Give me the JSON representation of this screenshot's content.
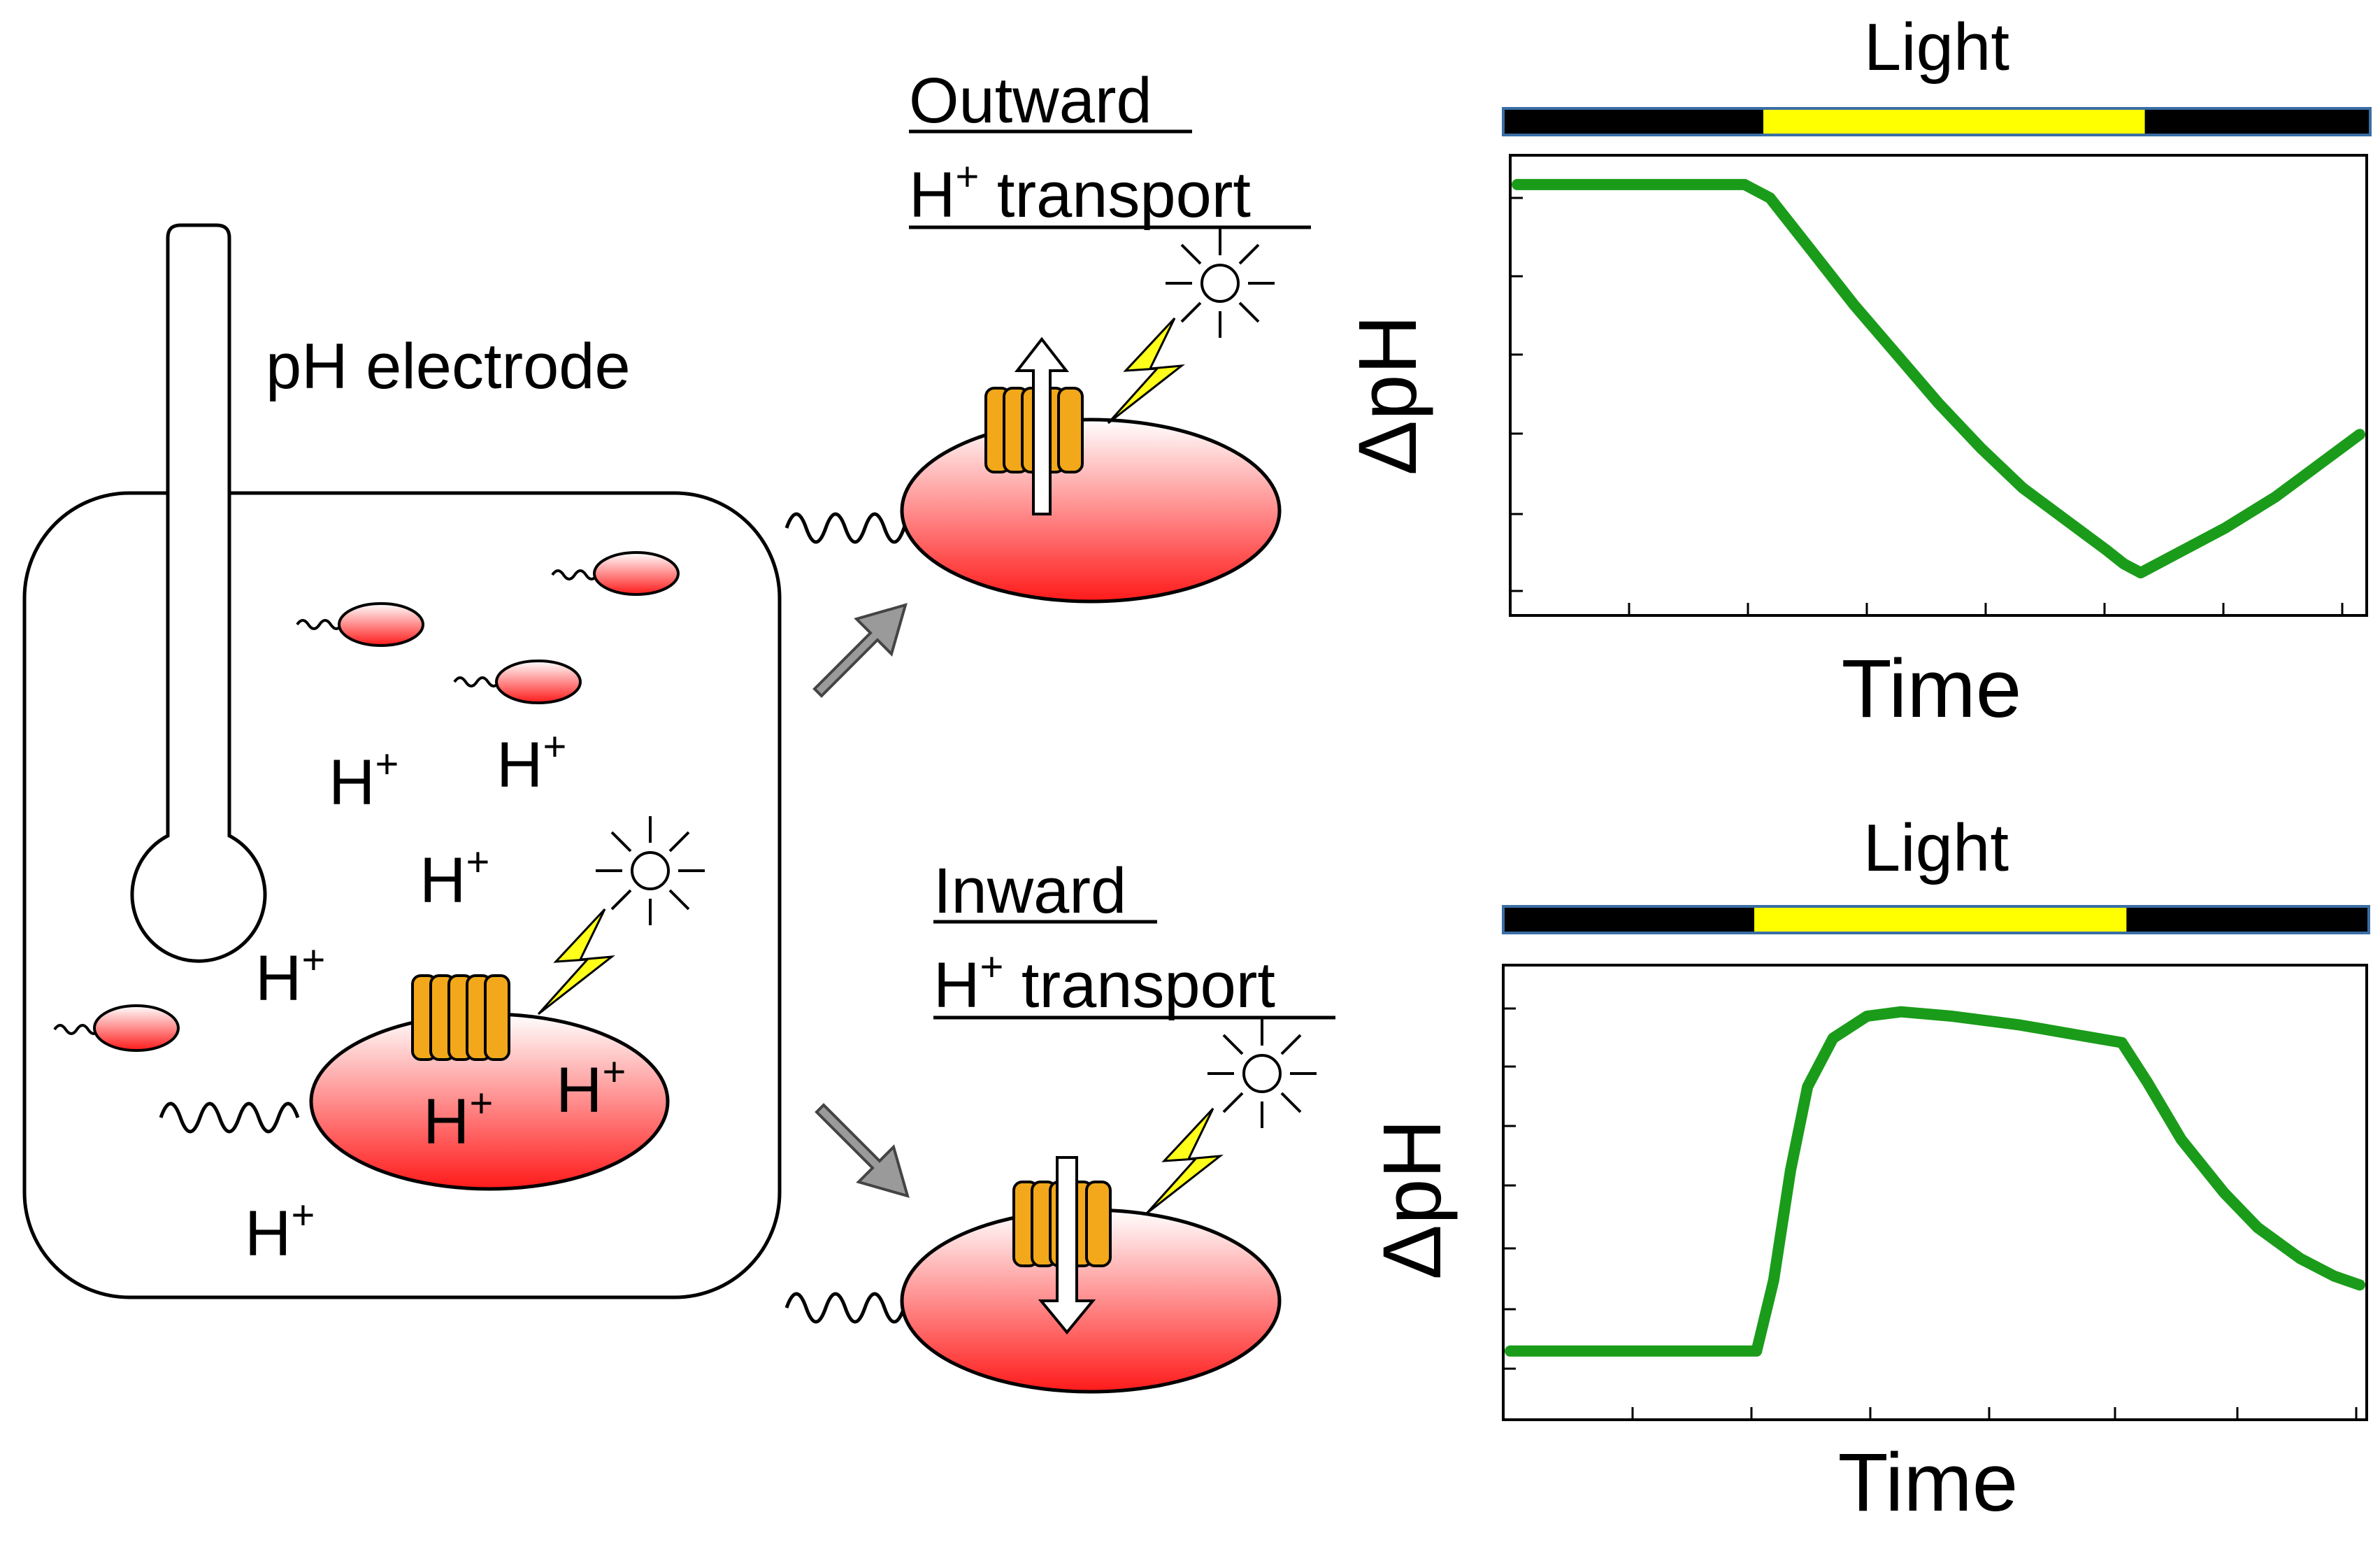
{
  "electrode_label": "pH electrode",
  "proton_label": "H",
  "proton_sup": "+",
  "outward": {
    "line1": "Outward",
    "line2_main": "H",
    "line2_sup": "+",
    "line2_rest": " transport"
  },
  "inward": {
    "line1": "Inward",
    "line2_main": "H",
    "line2_sup": "+",
    "line2_rest": " transport"
  },
  "colors": {
    "cell_light": "#ffffff",
    "cell_dark": "#ff1a1a",
    "channel": "#f2a81a",
    "light_on": "#ffff00",
    "light_off": "#000000",
    "trace": "#1a9c1a",
    "bolt": "#ffff1a",
    "arrow_gray": "#9a9a9a"
  },
  "icons": [
    "sun-icon",
    "lightning-bolt-icon",
    "flagellum-icon",
    "proton-channel-icon"
  ],
  "chart_data": [
    {
      "type": "line",
      "light_label": "Light",
      "light_on_interval": [
        0.3,
        0.74
      ],
      "xlabel": "Time",
      "ylabel": "ΔpH",
      "xlim": [
        0,
        1
      ],
      "ylim": [
        0,
        1
      ],
      "series": [
        {
          "points": [
            [
              0,
              0.95
            ],
            [
              0.1,
              0.95
            ],
            [
              0.2,
              0.95
            ],
            [
              0.27,
              0.95
            ],
            [
              0.3,
              0.92
            ],
            [
              0.35,
              0.8
            ],
            [
              0.4,
              0.68
            ],
            [
              0.45,
              0.57
            ],
            [
              0.5,
              0.46
            ],
            [
              0.55,
              0.36
            ],
            [
              0.6,
              0.27
            ],
            [
              0.65,
              0.2
            ],
            [
              0.7,
              0.13
            ],
            [
              0.72,
              0.1
            ],
            [
              0.74,
              0.08
            ],
            [
              0.78,
              0.12
            ],
            [
              0.84,
              0.18
            ],
            [
              0.9,
              0.25
            ],
            [
              0.95,
              0.32
            ],
            [
              1.0,
              0.39
            ]
          ]
        }
      ]
    },
    {
      "type": "line",
      "light_label": "Light",
      "light_on_interval": [
        0.29,
        0.72
      ],
      "xlabel": "Time",
      "ylabel": "ΔpH",
      "xlim": [
        0,
        1
      ],
      "ylim": [
        0,
        1
      ],
      "series": [
        {
          "points": [
            [
              0,
              0.14
            ],
            [
              0.1,
              0.14
            ],
            [
              0.2,
              0.14
            ],
            [
              0.29,
              0.14
            ],
            [
              0.31,
              0.3
            ],
            [
              0.33,
              0.55
            ],
            [
              0.35,
              0.74
            ],
            [
              0.38,
              0.85
            ],
            [
              0.42,
              0.9
            ],
            [
              0.46,
              0.91
            ],
            [
              0.52,
              0.9
            ],
            [
              0.6,
              0.88
            ],
            [
              0.66,
              0.86
            ],
            [
              0.72,
              0.84
            ],
            [
              0.75,
              0.75
            ],
            [
              0.79,
              0.62
            ],
            [
              0.84,
              0.5
            ],
            [
              0.88,
              0.42
            ],
            [
              0.93,
              0.35
            ],
            [
              0.97,
              0.31
            ],
            [
              1.0,
              0.29
            ]
          ]
        }
      ]
    }
  ]
}
